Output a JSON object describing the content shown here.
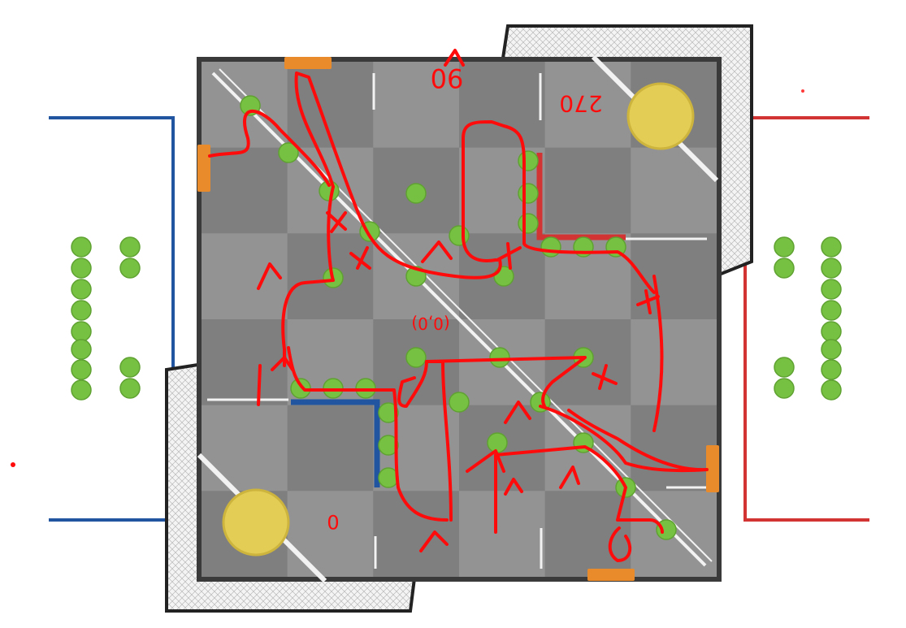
{
  "colors": {
    "field_floor": "#8c8c8c",
    "tile_dark": "#7f7f7f",
    "tile_light": "#939393",
    "wall": "#3a3a3a",
    "tape_white": "#f2f2f2",
    "ball_green": "#77c142",
    "goal_yellow": "#e3cd55",
    "blue_team": "#2155a0",
    "red_team": "#d23434",
    "orange_pad": "#e98b2a",
    "annotation_red": "#ff0b0b",
    "net": "#dcdcdc"
  },
  "annotations": {
    "top_label": "90",
    "top_right_label": "270",
    "center_label": "(0,0)",
    "bottom_label": "0"
  },
  "field": {
    "grid": 6,
    "goal_icon": "yellow-goal-icon",
    "ball_icon": "green-ball-icon"
  }
}
